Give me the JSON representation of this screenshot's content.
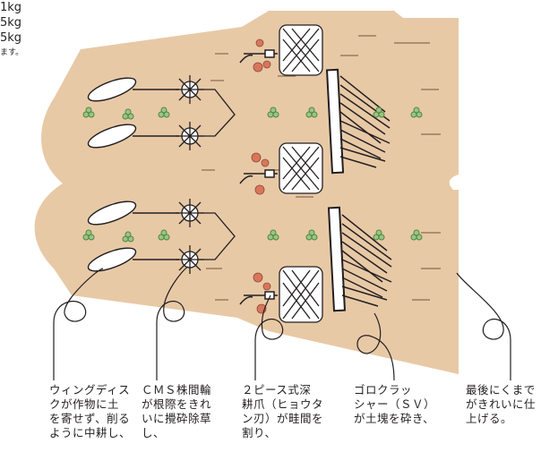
{
  "specs": [
    "1kg",
    "5kg",
    "5kg"
  ],
  "spec_note": "ます。",
  "captions": [
    "ウィングディス\nクが作物に土\nを寄せず、削る\nように中耕し、",
    "ＣＭＳ株間輪\nが根際をきれ\nいに攪砕除草\nし、",
    "２ピース式深\n耕爪（ヒョウタ\nン刃）が畦間を\n割り、",
    "ゴロクラッ\nシャー（ＳＶ）\nが土塊を砕き、",
    "最後にくまで\nがきれいに仕\n上げる。"
  ],
  "colors": {
    "soil": "#e8c9a6",
    "soil_edge": "#d9b48f",
    "ink": "#231f20",
    "leaf": "#4c8a3a",
    "clod": "#d9765a"
  },
  "icons": [
    "wing-disc-icon",
    "cms-weeder-icon",
    "tine-icon",
    "crusher-roller-icon",
    "rake-icon"
  ]
}
